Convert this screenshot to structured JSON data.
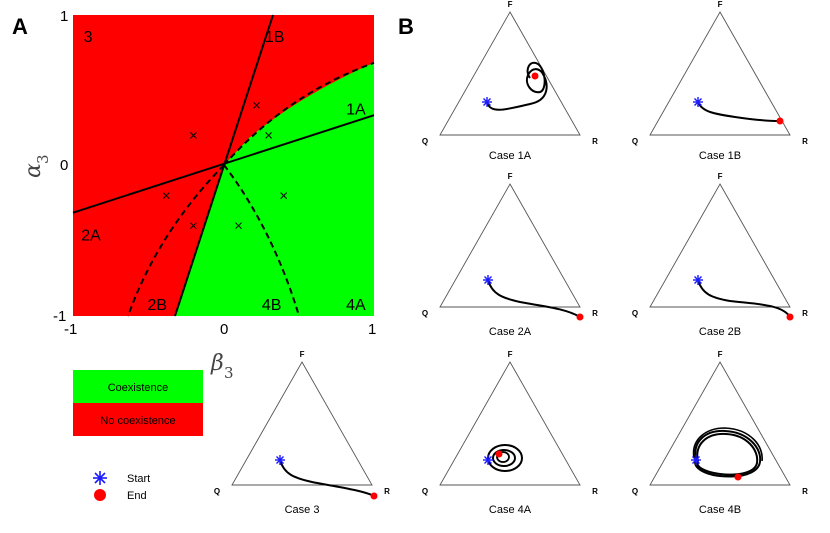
{
  "panel_a": {
    "letter": "A",
    "xlabel": "β",
    "xlabel_sub": "3",
    "ylabel": "α",
    "ylabel_sub": "3",
    "xticks": [
      "-1",
      "0",
      "1"
    ],
    "yticks": [
      "1",
      "0",
      "-1"
    ],
    "regions": [
      {
        "label": "3",
        "x": -0.9,
        "y": 0.86
      },
      {
        "label": "1B",
        "x": 0.34,
        "y": 0.86
      },
      {
        "label": "1A",
        "x": 0.88,
        "y": 0.38
      },
      {
        "label": "2A",
        "x": -0.88,
        "y": -0.46
      },
      {
        "label": "2B",
        "x": -0.44,
        "y": -0.92
      },
      {
        "label": "4B",
        "x": 0.32,
        "y": -0.92
      },
      {
        "label": "4A",
        "x": 0.88,
        "y": -0.92
      }
    ],
    "cross_markers": [
      {
        "x": -0.2,
        "y": 0.2
      },
      {
        "x": 0.22,
        "y": 0.4
      },
      {
        "x": 0.3,
        "y": 0.2
      },
      {
        "x": -0.38,
        "y": -0.2
      },
      {
        "x": -0.2,
        "y": -0.4
      },
      {
        "x": 0.1,
        "y": -0.4
      },
      {
        "x": 0.4,
        "y": -0.2
      }
    ],
    "colors": {
      "coexistence": "#00ff00",
      "no_coexistence": "#ff0000"
    }
  },
  "legend": {
    "items": [
      {
        "label": "Coexistence",
        "color": "#00ff00"
      },
      {
        "label": "No coexistence",
        "color": "#ff0000"
      }
    ],
    "markers": [
      {
        "label": "Start",
        "symbol": "blue-asterisk",
        "color": "#1a1aff"
      },
      {
        "label": "End",
        "symbol": "red-dot",
        "color": "#ff0000"
      }
    ]
  },
  "panel_b": {
    "letter": "B",
    "vertex_labels": {
      "top": "F",
      "left": "Q",
      "right": "R"
    },
    "cases": [
      {
        "label": "Case 1A"
      },
      {
        "label": "Case 1B"
      },
      {
        "label": "Case 2A"
      },
      {
        "label": "Case 2B"
      },
      {
        "label": "Case 3"
      },
      {
        "label": "Case 4A"
      },
      {
        "label": "Case 4B"
      }
    ]
  }
}
